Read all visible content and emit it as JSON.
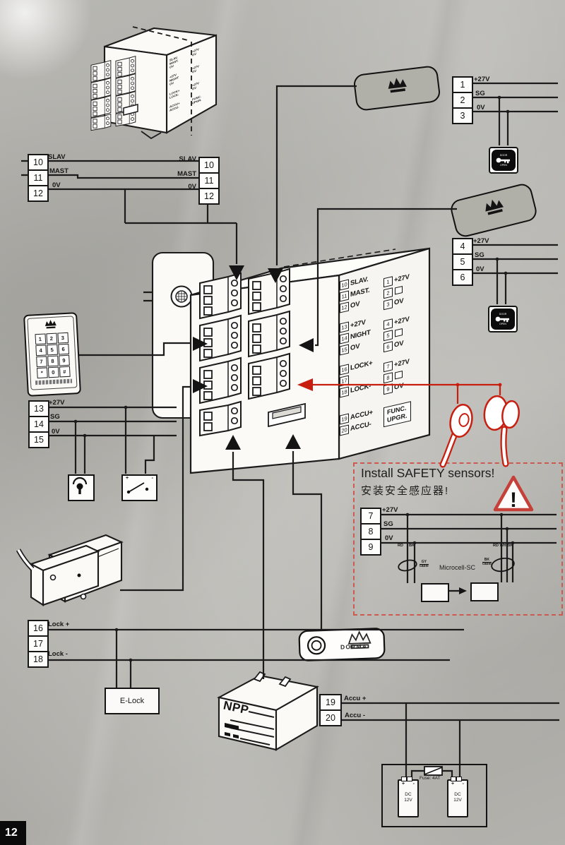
{
  "page": {
    "number": "12"
  },
  "colors": {
    "accent_red": "#c81e10",
    "dashed_red": "#cd5a50",
    "paper": "#b2b1ac",
    "ink": "#1b1b1b"
  },
  "terminal_blocks": {
    "slav_left": {
      "rows": [
        {
          "num": "10",
          "label": "SLAV"
        },
        {
          "num": "11",
          "label": "MAST"
        },
        {
          "num": "12",
          "label": "0V"
        }
      ]
    },
    "slav_right": {
      "rows": [
        {
          "num": "10",
          "label": "SLAV"
        },
        {
          "num": "11",
          "label": "MAST"
        },
        {
          "num": "12",
          "label": "0V"
        }
      ]
    },
    "sensor1_block": {
      "rows": [
        {
          "num": "1",
          "label": "+27V"
        },
        {
          "num": "2",
          "label": "SG"
        },
        {
          "num": "3",
          "label": "0V"
        }
      ]
    },
    "sensor2_block": {
      "rows": [
        {
          "num": "4",
          "label": "+27V"
        },
        {
          "num": "5",
          "label": "SG"
        },
        {
          "num": "6",
          "label": "0V"
        }
      ]
    },
    "keypad_block": {
      "rows": [
        {
          "num": "13",
          "label": "+27V"
        },
        {
          "num": "14",
          "label": "SG"
        },
        {
          "num": "15",
          "label": "0V"
        }
      ]
    },
    "safety_block": {
      "rows": [
        {
          "num": "7",
          "label": "+27V"
        },
        {
          "num": "8",
          "label": "SG"
        },
        {
          "num": "9",
          "label": "0V"
        }
      ]
    },
    "lock_block": {
      "rows": [
        {
          "num": "16",
          "label": "Lock +"
        },
        {
          "num": "17",
          "label": ""
        },
        {
          "num": "18",
          "label": "Lock -"
        }
      ]
    },
    "accu_block": {
      "rows": [
        {
          "num": "19",
          "label": "Accu +"
        },
        {
          "num": "20",
          "label": "Accu -"
        }
      ]
    }
  },
  "unit_panel": {
    "left": [
      {
        "num": "10",
        "label": "SLAV."
      },
      {
        "num": "11",
        "label": "MAST."
      },
      {
        "num": "12",
        "label": "OV"
      },
      {
        "num": "13",
        "label": "+27V"
      },
      {
        "num": "14",
        "label": "NIGHT"
      },
      {
        "num": "15",
        "label": "OV"
      },
      {
        "num": "16",
        "label": "LOCK+"
      },
      {
        "num": "17",
        "label": ""
      },
      {
        "num": "18",
        "label": "LOCK-"
      },
      {
        "num": "19",
        "label": "ACCU+"
      },
      {
        "num": "20",
        "label": "ACCU-"
      }
    ],
    "right": [
      {
        "num": "1",
        "label": "+27V"
      },
      {
        "num": "2",
        "label": ""
      },
      {
        "num": "3",
        "label": "OV"
      },
      {
        "num": "4",
        "label": "+27V"
      },
      {
        "num": "5",
        "label": ""
      },
      {
        "num": "6",
        "label": "OV"
      },
      {
        "num": "7",
        "label": "+27V"
      },
      {
        "num": "8",
        "label": ""
      },
      {
        "num": "9",
        "label": "OV"
      }
    ],
    "func": [
      "FUNC.",
      "UPGR."
    ]
  },
  "safety_box": {
    "title_en": "Install SAFETY sensors!",
    "title_zh": "安装安全感应器!",
    "warning_mark": "!",
    "microcell_label": "Microcell-SC",
    "wire_left_a": "RD",
    "wire_left_b": "BK",
    "wire_right": "RD WH BK",
    "cable_left_top": "GY",
    "cable_left_bot": "cable",
    "cable_right_top": "BK",
    "cable_right_bot": "cable"
  },
  "keypad": {
    "keys": [
      "1",
      "2",
      "3",
      "4",
      "5",
      "6",
      "7",
      "8",
      "9",
      "*",
      "0",
      "#"
    ]
  },
  "devices": {
    "e_lock": "E-Lock",
    "battery_brand": "NPP",
    "dongle_brand": "DORMA",
    "fuse_label": "Fuse: 4AT",
    "dc_line1": "DC",
    "dc_line2": "12V",
    "plus": "+",
    "minus": "-",
    "door_line1": "DOOR",
    "door_line2": "OPEN"
  }
}
